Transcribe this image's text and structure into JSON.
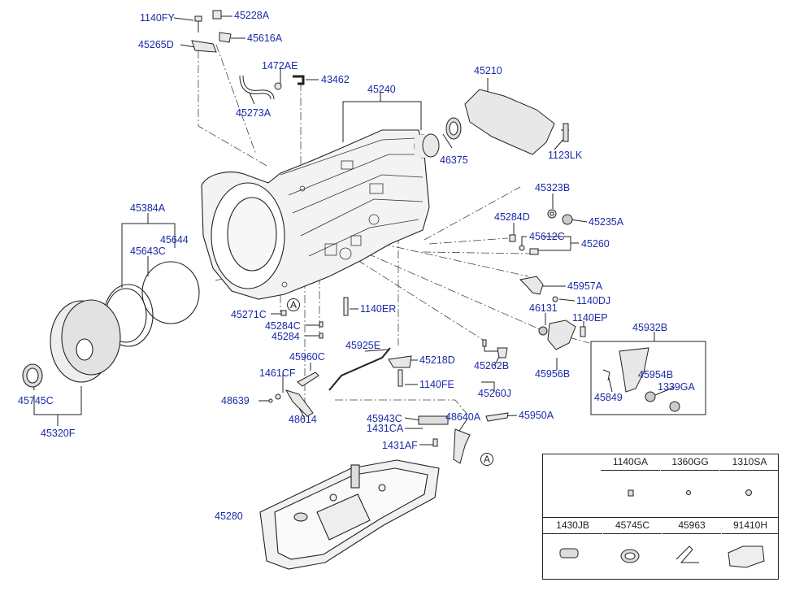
{
  "callouts": {
    "c1140FY": "1140FY",
    "c45228A": "45228A",
    "c45616A": "45616A",
    "c45265D": "45265D",
    "c1472AE": "1472AE",
    "c43462": "43462",
    "c45273A": "45273A",
    "c45240": "45240",
    "c45210": "45210",
    "c46375": "46375",
    "c1123LK": "1123LK",
    "c45323B": "45323B",
    "c45284D": "45284D",
    "c45235A": "45235A",
    "c45612C": "45612C",
    "c45260": "45260",
    "c45384A": "45384A",
    "c45643C": "45643C",
    "c45644": "45644",
    "c45957A": "45957A",
    "c1140DJ": "1140DJ",
    "c46131": "46131",
    "c1140EP": "1140EP",
    "c45932B": "45932B",
    "c45271C": "45271C",
    "c1140ER": "1140ER",
    "c45284C": "45284C",
    "c45284": "45284",
    "c45925E": "45925E",
    "c45960C": "45960C",
    "c45218D": "45218D",
    "c45262B": "45262B",
    "c45956B": "45956B",
    "c45954B": "45954B",
    "c1339GA": "1339GA",
    "c45849": "45849",
    "c1461CF": "1461CF",
    "c1140FE": "1140FE",
    "c45260J": "45260J",
    "c48639": "48639",
    "c48614": "48614",
    "c45745C": "45745C",
    "c45320F": "45320F",
    "c45943C": "45943C",
    "c48640A": "48640A",
    "c45950A": "45950A",
    "c1431CA": "1431CA",
    "c1431AF": "1431AF",
    "c45280": "45280"
  },
  "reference_marks": {
    "a1": "A",
    "a2": "A"
  },
  "legend": {
    "top": [
      "1140GA",
      "1360GG",
      "1310SA"
    ],
    "bottom": [
      "1430JB",
      "45745C",
      "45963",
      "91410H"
    ]
  }
}
